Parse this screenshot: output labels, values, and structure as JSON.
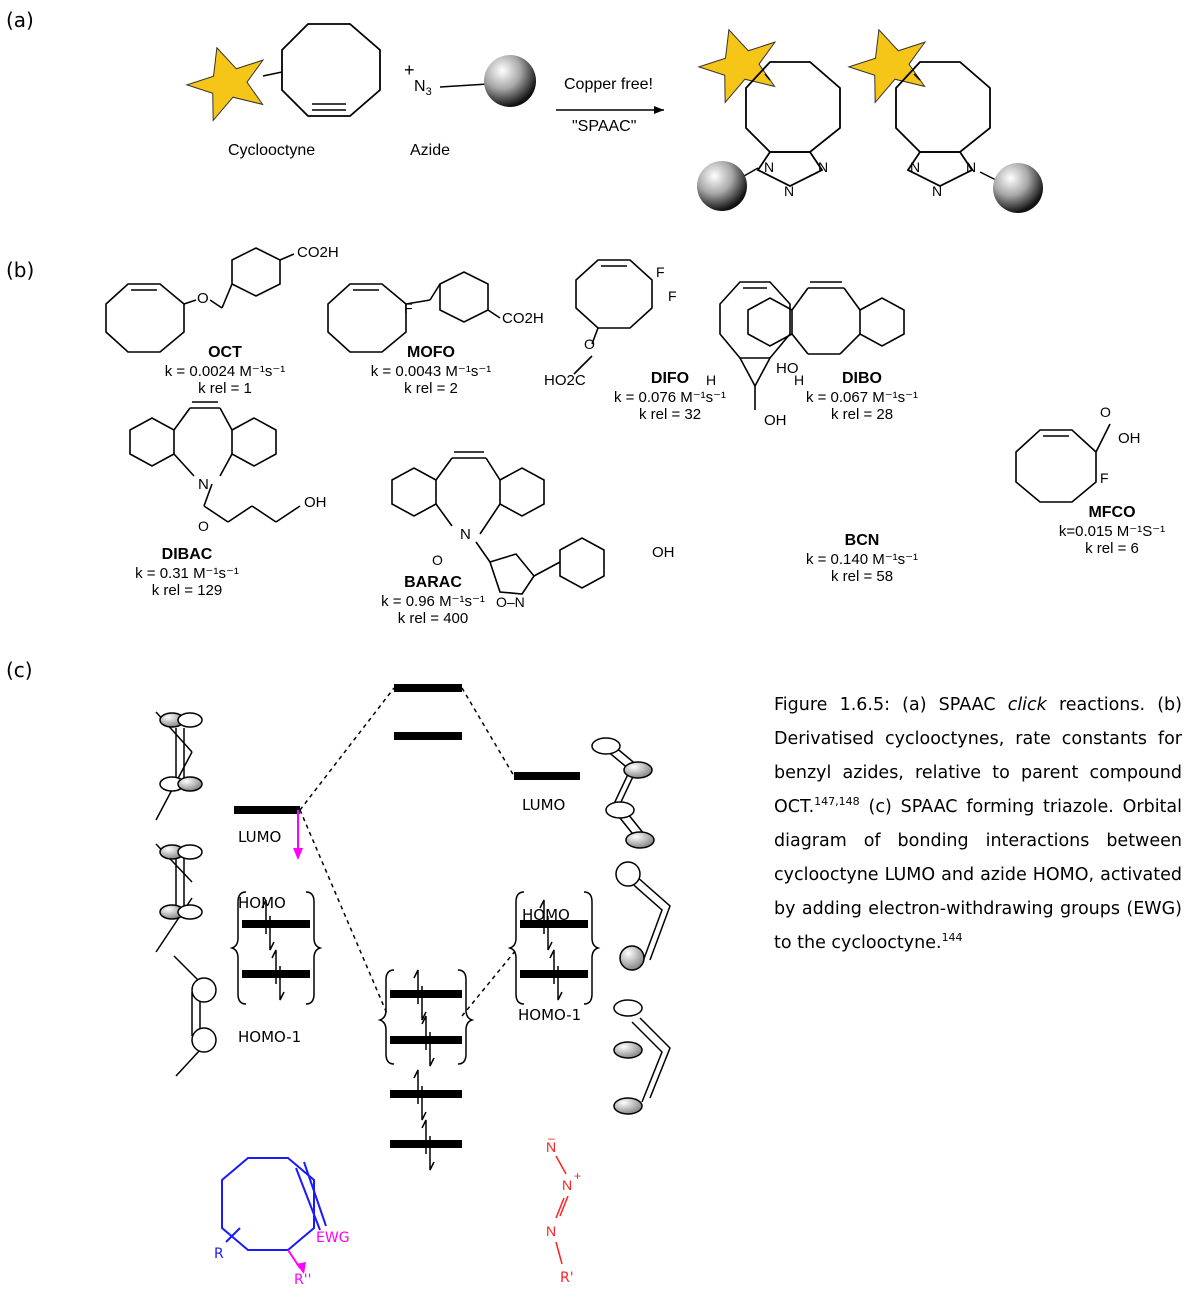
{
  "panels": {
    "a": "(a)",
    "b": "(b)",
    "c": "(c)"
  },
  "scheme_a": {
    "reactant1": "Cyclooctyne",
    "plus": "+",
    "azide_group": "N3",
    "reactant2": "Azide",
    "arrow_top": "Copper free!",
    "arrow_bottom": "\"SPAAC\""
  },
  "compounds": [
    {
      "name": "OCT",
      "k": "k = 0.0024 M⁻¹s⁻¹",
      "krel": "k rel = 1",
      "substituent": "CO2H"
    },
    {
      "name": "MOFO",
      "k": "k = 0.0043 M⁻¹s⁻¹",
      "krel": "k rel = 2",
      "substituent": "CO2H",
      "atom": "F"
    },
    {
      "name": "DIFO",
      "k": "k = 0.076 M⁻¹s⁻¹",
      "krel": "k rel = 32",
      "substituent": "HO2C",
      "atom": "F"
    },
    {
      "name": "DIBO",
      "k": "k = 0.067 M⁻¹s⁻¹",
      "krel": "k rel = 28",
      "substituent": "HO"
    },
    {
      "name": "MFCO",
      "k": "k=0.015 M⁻¹S⁻¹",
      "krel": "k rel = 6",
      "substituent": "OH",
      "atom": "F",
      "carbonyl": "O"
    },
    {
      "name": "DIBAC",
      "k": "k = 0.31 M⁻¹s⁻¹",
      "krel": "k rel = 129",
      "substituent": "OH",
      "atom": "N",
      "carbonyl": "O"
    },
    {
      "name": "BARAC",
      "k": "k = 0.96 M⁻¹s⁻¹",
      "krel": "k rel = 400",
      "substituent": "OH",
      "atom": "N",
      "carbonyl": "O",
      "ring_atoms": "O–N"
    },
    {
      "name": "BCN",
      "k": "k = 0.140 M⁻¹s⁻¹",
      "krel": "k rel = 58",
      "substituent": "OH",
      "atom": "H"
    }
  ],
  "orbital_diagram": {
    "lumo_left": "LUMO",
    "homo_left": "HOMO",
    "homo1_left": "HOMO-1",
    "lumo_right": "LUMO",
    "homo_right": "HOMO",
    "homo1_right": "HOMO-1",
    "ewg": "EWG",
    "r": "R",
    "r2": "R''",
    "r1": "R'"
  },
  "caption": {
    "part1": "Figure 1.6.5: (a) SPAAC ",
    "italic": "click",
    "part2": " reactions. (b) Derivatised cyclooctynes, rate constants for benzyl azides, relative to parent compound OCT.",
    "ref1": "147,148",
    "part3": " (c) SPAAC forming triazole. Orbital diagram of bonding interactions between cyclooctyne LUMO and azide HOMO, activated by adding electron-withdrawing groups (EWG) to the cyclooctyne.",
    "ref2": "144"
  },
  "colors": {
    "star": "#f5c518",
    "blue": "#1a1aff",
    "magenta": "#ff00ff",
    "red": "#ff2020"
  }
}
